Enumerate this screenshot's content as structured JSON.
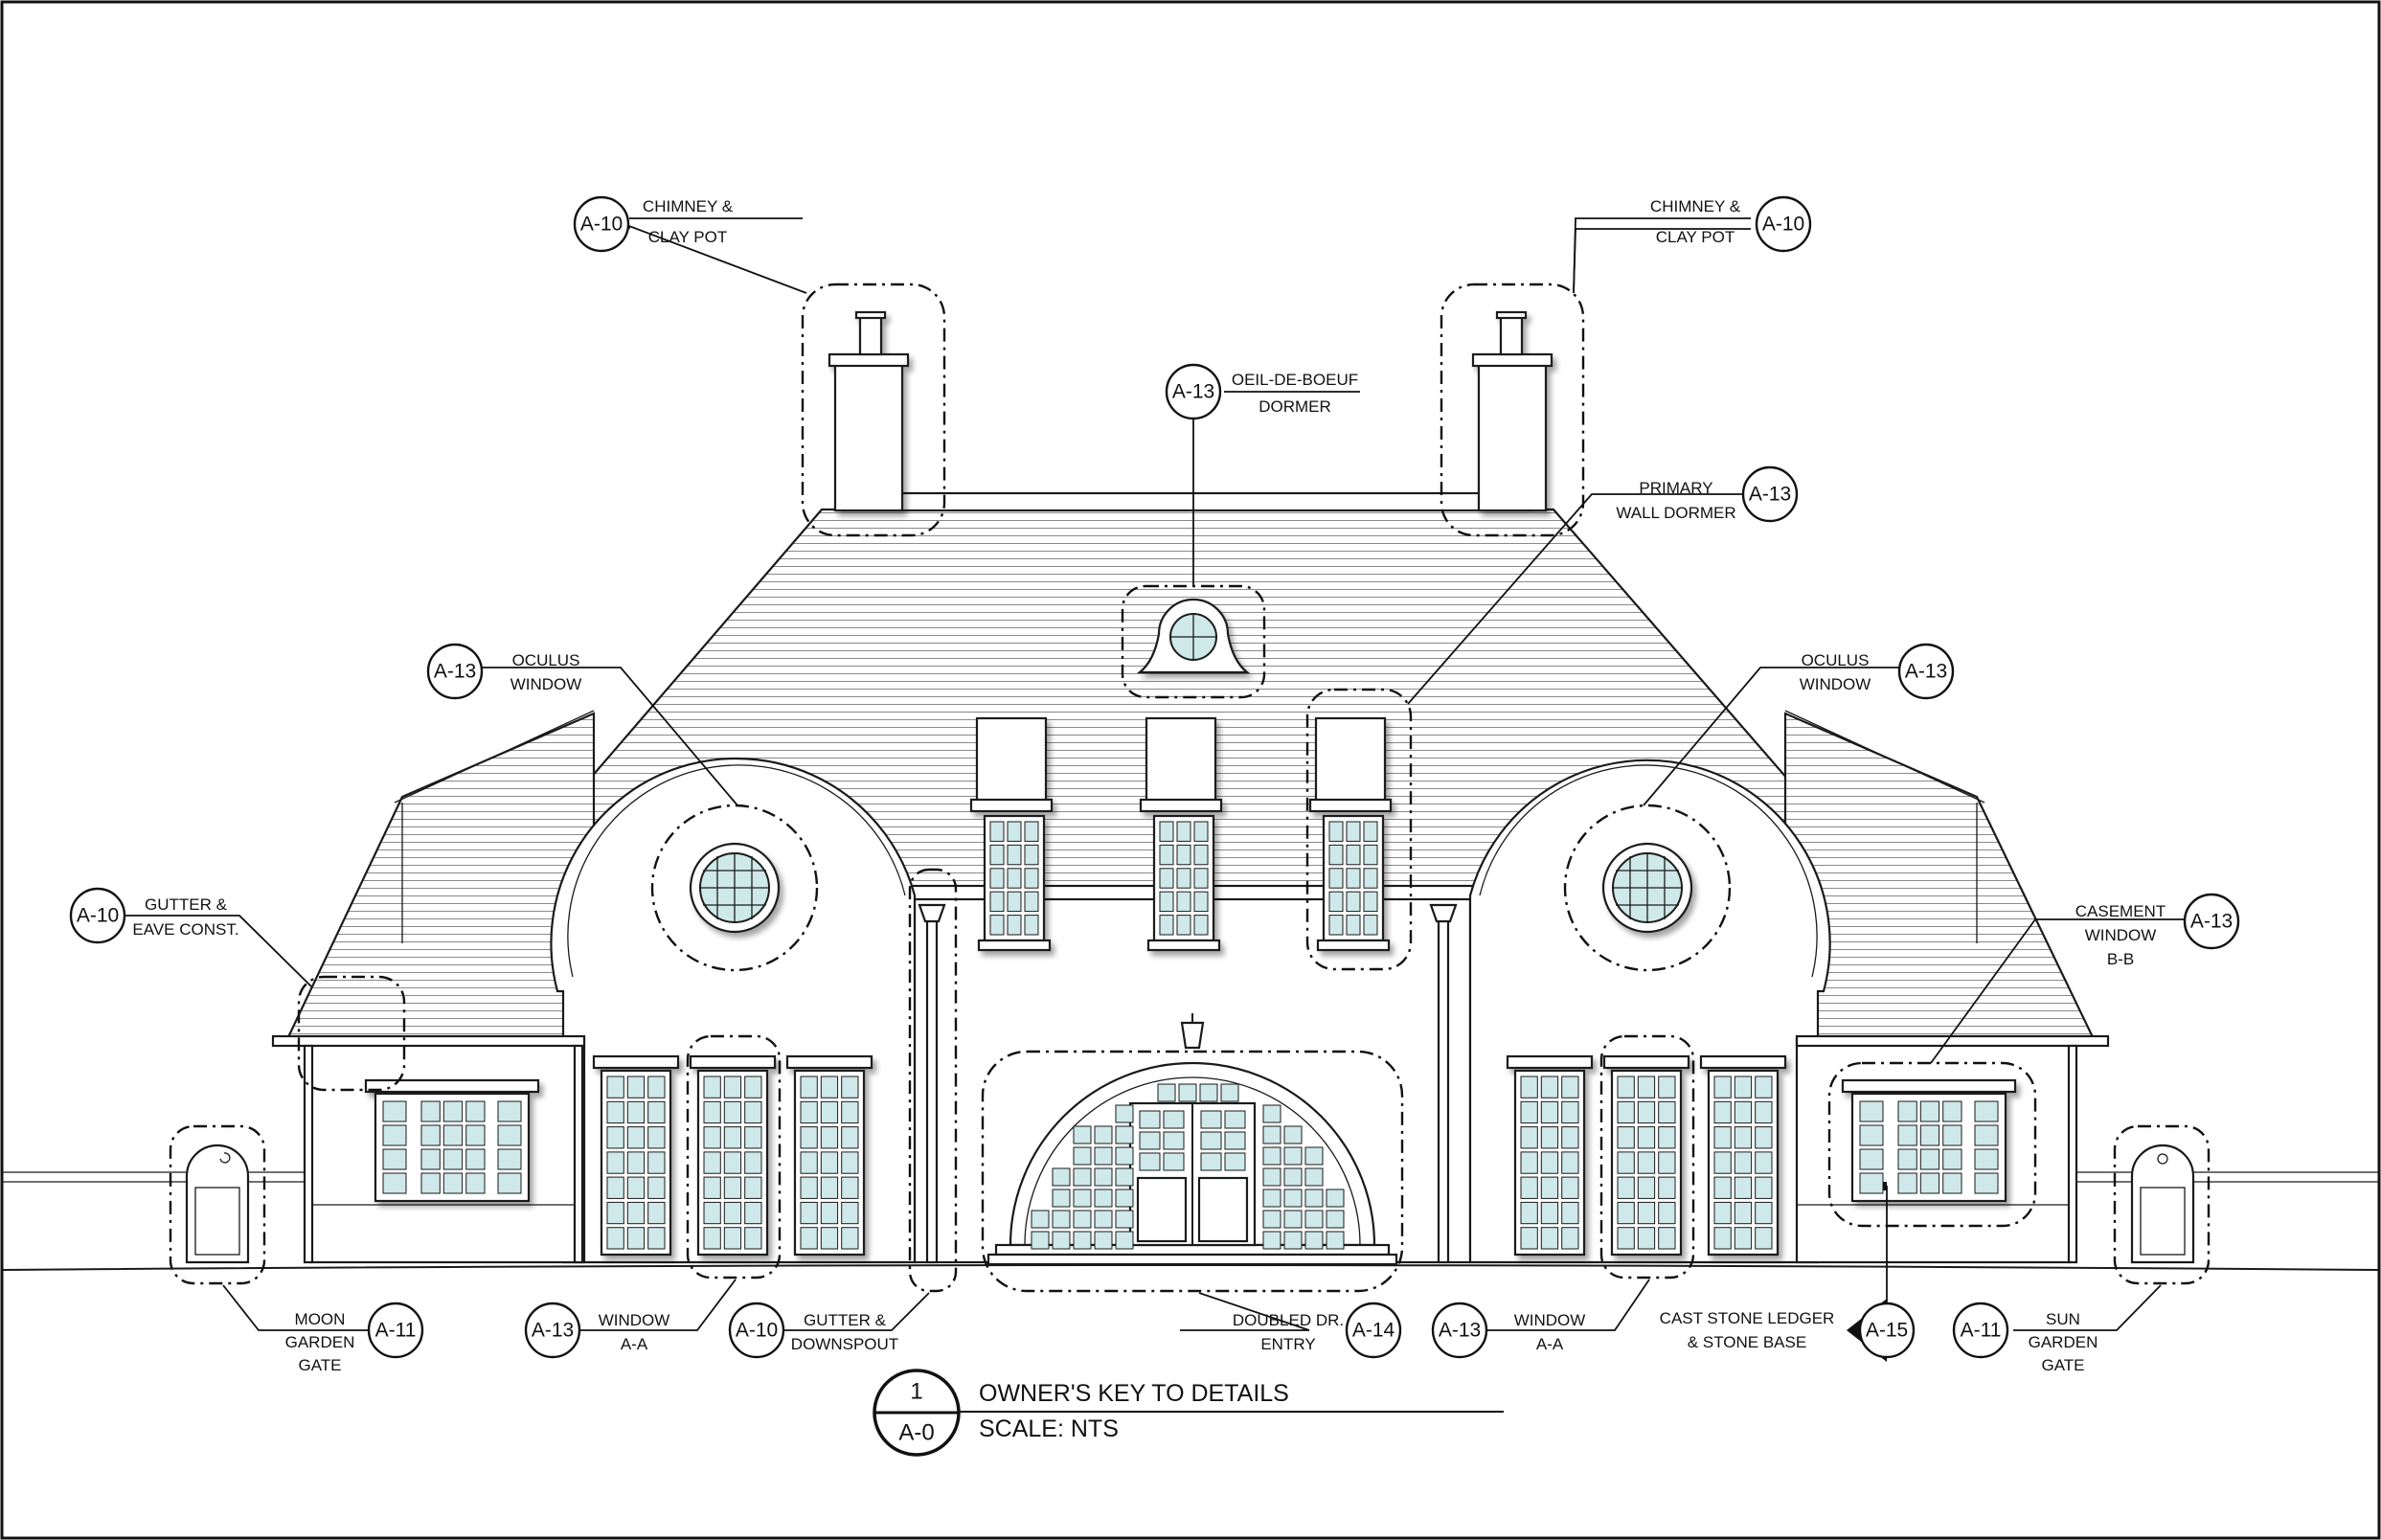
{
  "labels": {
    "chimney_left": {
      "ref": "A-10",
      "lines": [
        "CHIMNEY &",
        "CLAY POT"
      ]
    },
    "chimney_right": {
      "ref": "A-10",
      "lines": [
        "CHIMNEY &",
        "CLAY POT"
      ]
    },
    "oeil_dormer": {
      "ref": "A-13",
      "lines": [
        "OEIL-DE-BOEUF",
        "DORMER"
      ]
    },
    "primary_dormer": {
      "ref": "A-13",
      "lines": [
        "PRIMARY",
        "WALL DORMER"
      ]
    },
    "oculus_left": {
      "ref": "A-13",
      "lines": [
        "OCULUS",
        "WINDOW"
      ]
    },
    "oculus_right": {
      "ref": "A-13",
      "lines": [
        "OCULUS",
        "WINDOW"
      ]
    },
    "gutter_eave": {
      "ref": "A-10",
      "lines": [
        "GUTTER &",
        "EAVE CONST."
      ]
    },
    "casement": {
      "ref": "A-13",
      "lines": [
        "CASEMENT",
        "WINDOW",
        "B-B"
      ]
    },
    "moon_gate": {
      "ref": "A-11",
      "lines": [
        "MOON",
        "GARDEN",
        "GATE"
      ]
    },
    "window_aa_left": {
      "ref": "A-13",
      "lines": [
        "WINDOW",
        "A-A"
      ]
    },
    "gutter_down": {
      "ref": "A-10",
      "lines": [
        "GUTTER &",
        "DOWNSPOUT"
      ]
    },
    "doubled_entry": {
      "ref": "A-14",
      "lines": [
        "DOUBLED DR.",
        "ENTRY"
      ]
    },
    "window_aa_right": {
      "ref": "A-13",
      "lines": [
        "WINDOW",
        "A-A"
      ]
    },
    "cast_stone": {
      "ref": "A-15",
      "lines": [
        "CAST STONE LEDGER",
        "& STONE BASE"
      ]
    },
    "sun_gate": {
      "ref": "A-11",
      "lines": [
        "SUN",
        "GARDEN",
        "GATE"
      ]
    }
  },
  "title_block": {
    "detail_number": "1",
    "sheet": "A-0",
    "title": "OWNER'S KEY TO DETAILS",
    "scale": "SCALE: NTS"
  },
  "colors": {
    "glass": "#cfe8ea",
    "line": "#1a1a1a"
  }
}
